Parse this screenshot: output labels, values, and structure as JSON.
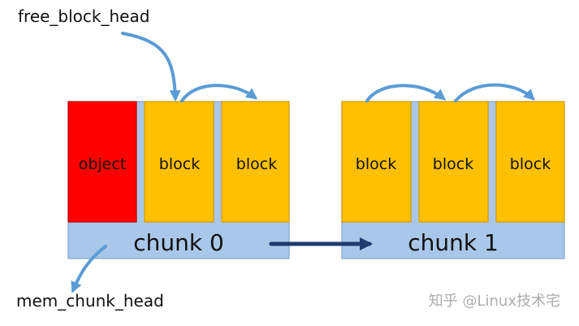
{
  "labels": {
    "free_block_head": "free_block_head",
    "mem_chunk_head": "mem_chunk_head"
  },
  "chunk0": {
    "name": "chunk 0",
    "cells": [
      "object",
      "block",
      "block"
    ]
  },
  "chunk1": {
    "name": "chunk 1",
    "cells": [
      "block",
      "block",
      "block"
    ]
  },
  "watermark": "知乎 @Linux技术宅",
  "colors": {
    "object": "#FF0000",
    "block": "#FFC000",
    "chunk": "#A9C7E8",
    "arrow_light": "#5B9BD5",
    "arrow_dark": "#1F3B6D"
  }
}
